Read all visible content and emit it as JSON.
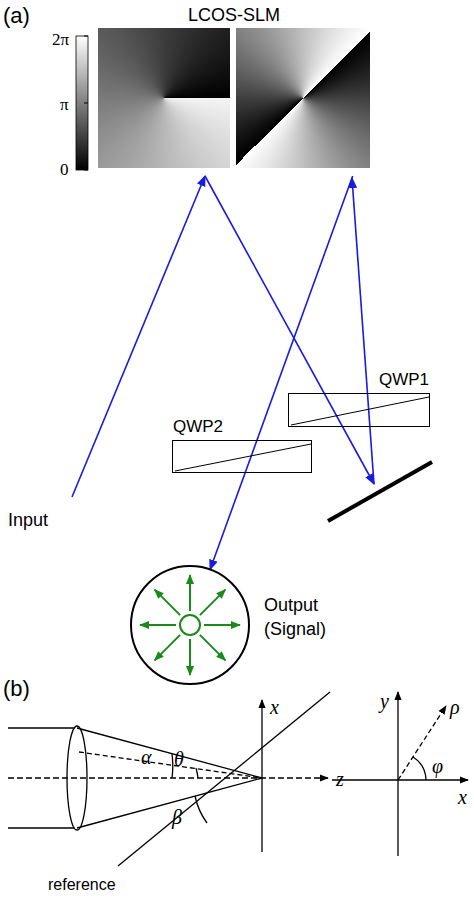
{
  "diagram": {
    "nodes": [
      {
        "text": [
          "LCOS-SLM"
        ]
      },
      {
        "text": [
          "QWP1"
        ]
      },
      {
        "text": [
          "QWP2"
        ]
      },
      {
        "text": [
          "Output (Signal)"
        ]
      }
    ],
    "edges": [
      {
        "from": 0,
        "to": 3,
        "arrow": "to"
      }
    ],
    "labels": [
      "(a)",
      "2π",
      "π",
      "0",
      "Input",
      "(b)",
      "α",
      "θ",
      "β",
      "x",
      "z",
      "reference",
      "y",
      "x",
      "ρ",
      "φ"
    ]
  }
}
